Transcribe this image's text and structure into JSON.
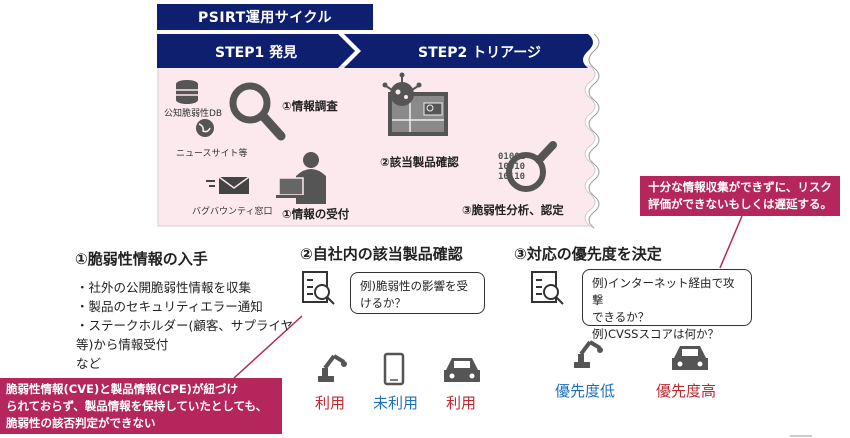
{
  "header": {
    "title": "PSIRT運用サイクル",
    "step1": "STEP1 発見",
    "step2": "STEP2 トリアージ"
  },
  "diagram": {
    "db_label": "公知脆弱性DB",
    "news_label": "ニュースサイト等",
    "bounty_label": "バグバウンティ窓口",
    "info_research": "①情報調査",
    "info_receive": "①情報の受付",
    "product_check": "②該当製品確認",
    "vuln_analysis": "③脆弱性分析、認定",
    "binary_text": "01001\n10010\n10110"
  },
  "callout_top": {
    "lines": [
      "十分な情報収集ができずに、リスク",
      "評価ができないもしくは遅延する。"
    ]
  },
  "section1": {
    "heading": "①脆弱性情報の入手",
    "bullets": [
      "・社外の公開脆弱性情報を収集",
      "・製品のセキュリティエラー通知",
      "・ステークホルダー(顧客、サプライヤ",
      "等)から情報受付",
      "など"
    ]
  },
  "section2": {
    "heading": "②自社内の該当製品確認",
    "box_lines": [
      "例)脆弱性の影響を受",
      "けるか？"
    ],
    "labels": {
      "used1": "利用",
      "unused": "未利用",
      "used2": "利用"
    }
  },
  "section3": {
    "heading": "③対応の優先度を決定",
    "box_lines": [
      "例)インターネット経由で攻撃",
      "できるか？",
      "例)CVSSスコアは何か？"
    ],
    "labels": {
      "low": "優先度低",
      "high": "優先度高"
    }
  },
  "callout_bottom": {
    "lines": [
      "脆弱性情報(CVE)と製品情報(CPE)が紐づけ",
      "られておらず、製品情報を保持していたとしても、",
      "脆弱性の該否判定ができない"
    ]
  },
  "colors": {
    "navy": "#0d1f6e",
    "panel": "#fbe9ee",
    "callout": "#b5275c",
    "red_label": "#c0282f",
    "blue_label": "#1f6fbf"
  }
}
